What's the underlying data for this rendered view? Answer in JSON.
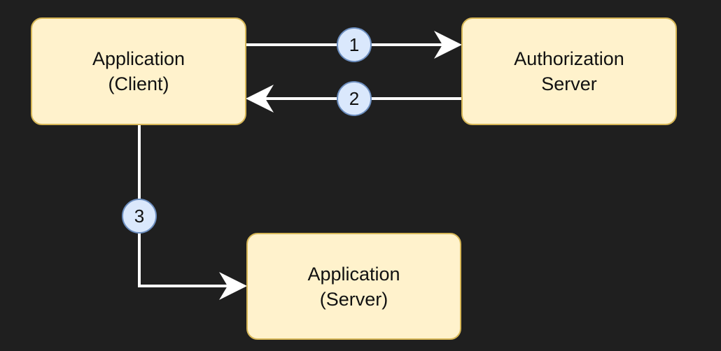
{
  "diagram": {
    "nodes": {
      "client": {
        "line1": "Application",
        "line2": "(Client)"
      },
      "auth": {
        "line1": "Authorization",
        "line2": "Server"
      },
      "server": {
        "line1": "Application",
        "line2": "(Server)"
      }
    },
    "steps": {
      "one": "1",
      "two": "2",
      "three": "3"
    }
  },
  "colors": {
    "background": "#1f1f1f",
    "node_fill": "#fff2cc",
    "node_border": "#d6b656",
    "badge_fill": "#dae8fc",
    "badge_border": "#6c8ebf",
    "arrow": "#ffffff"
  }
}
